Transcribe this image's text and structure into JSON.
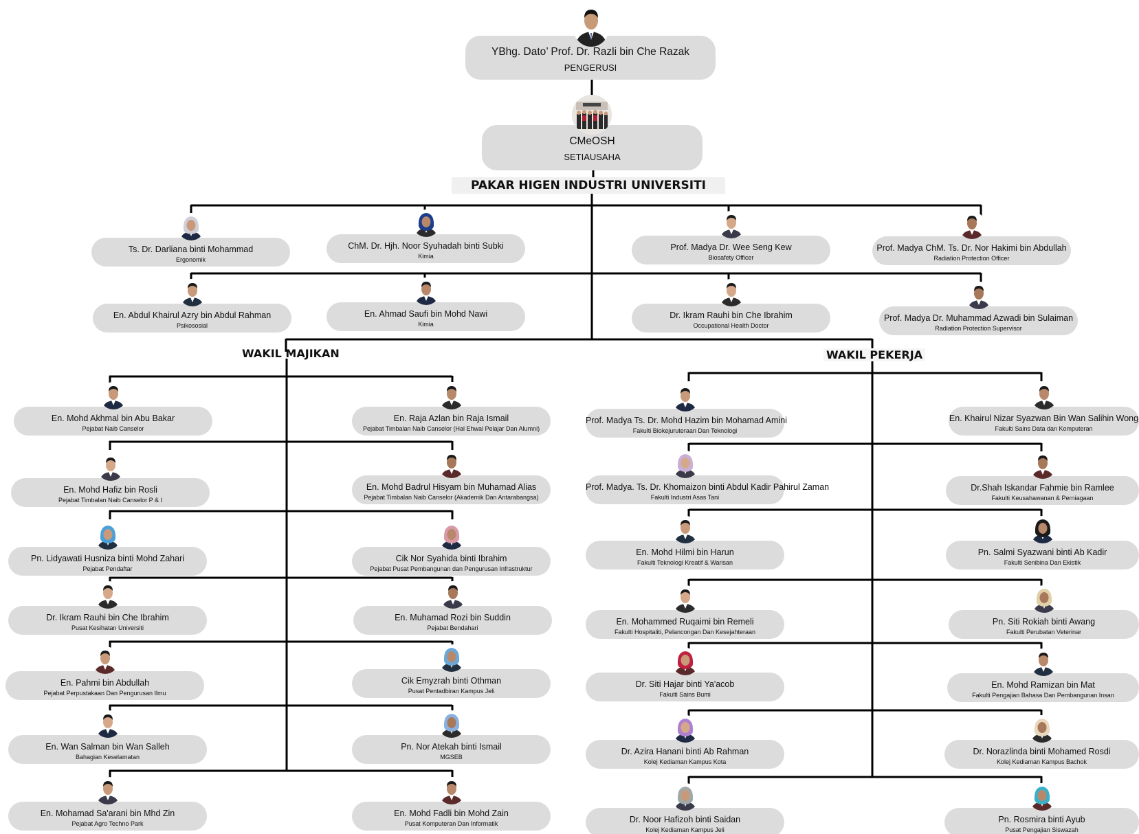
{
  "colors": {
    "line": "#000000",
    "pill": "#dcdcdc",
    "background": "#ffffff"
  },
  "headings": {
    "main": "PAKAR HIGEN INDUSTRI UNIVERSITI",
    "majikan": "WAKIL MAJIKAN",
    "pekerja": "WAKIL PEKERJA"
  },
  "top": {
    "chair": {
      "name": "YBhg. Dato’ Prof. Dr. Razli bin Che Razak",
      "role": "PENGERUSI"
    },
    "secretary": {
      "name": "CMeOSH",
      "role": "SETIAUSAHA"
    }
  },
  "experts": [
    {
      "name": "Ts. Dr. Darliana binti Mohammad",
      "role": "Ergonomik"
    },
    {
      "name": "ChM. Dr. Hjh. Noor Syuhadah binti Subki",
      "role": "Kimia"
    },
    {
      "name": "Prof. Madya Dr. Wee Seng Kew",
      "role": "Biosafety Officer"
    },
    {
      "name": "Prof. Madya ChM. Ts. Dr. Nor Hakimi bin Abdullah",
      "role": "Radiation Protection Officer"
    },
    {
      "name": "En. Abdul Khairul Azry bin Abdul Rahman",
      "role": "Psikososial"
    },
    {
      "name": "En. Ahmad Saufi bin Mohd Nawi",
      "role": "Kimia"
    },
    {
      "name": "Dr. Ikram Rauhi bin Che Ibrahim",
      "role": "Occupational Health Doctor"
    },
    {
      "name": "Prof. Madya Dr. Muhammad Azwadi bin Sulaiman",
      "role": "Radiation Protection Supervisor"
    }
  ],
  "majikan": [
    {
      "name": "En.  Mohd Akhmal bin Abu Bakar",
      "role": "Pejabat Naib Canselor"
    },
    {
      "name": "En. Raja Azlan bin Raja Ismail",
      "role": "Pejabat Timbalan Naib Canselor (Hal Ehwal Pelajar Dan Alumni)"
    },
    {
      "name": "En. Mohd Hafiz bin Rosli",
      "role": "Pejabat Timbalan Naib Canselor P & I"
    },
    {
      "name": "En. Mohd Badrul Hisyam bin Muhamad Alias",
      "role": "Pejabat Timbalan Naib Canselor (Akademik Dan Antarabangsa)"
    },
    {
      "name": "Pn. Lidyawati Husniza binti Mohd Zahari",
      "role": "Pejabat Pendaftar"
    },
    {
      "name": "Cik Nor Syahida binti Ibrahim",
      "role": "Pejabat Pusat Pembangunan dan Pengurusan Infrastruktur"
    },
    {
      "name": "Dr. Ikram Rauhi bin Che Ibrahim",
      "role": "Pusat Kesihatan Universiti"
    },
    {
      "name": "En. Muhamad Rozi bin Suddin",
      "role": "Pejabat Bendahari"
    },
    {
      "name": "En. Pahmi bin Abdullah",
      "role": "Pejabat Perpustakaan Dan Pengurusan Ilmu"
    },
    {
      "name": "Cik Emyzrah binti Othman",
      "role": "Pusat Pentadbiran Kampus Jeli"
    },
    {
      "name": "En. Wan Salman bin Wan Salleh",
      "role": "Bahagian Keselamatan"
    },
    {
      "name": "Pn. Nor Atekah binti Ismail",
      "role": "MGSEB"
    },
    {
      "name": "En. Mohamad Sa'arani bin Mhd Zin",
      "role": "Pejabat Agro Techno Park"
    },
    {
      "name": "En. Mohd Fadli bin Mohd Zain",
      "role": "Pusat Komputeran Dan Informatik"
    }
  ],
  "pekerja": [
    {
      "name": "Prof. Madya Ts. Dr. Mohd Hazim bin Mohamad Amini",
      "role": "Fakulti Biokejuruteraan Dan Teknologi"
    },
    {
      "name": "En. Khairul Nizar Syazwan Bin Wan Salihin Wong",
      "role": "Fakulti Sains Data dan Komputeran"
    },
    {
      "name": "Prof. Madya. Ts. Dr. Khomaizon binti Abdul Kadir Pahirul Zaman",
      "role": "Fakulti Industri Asas Tani"
    },
    {
      "name": "Dr.Shah Iskandar Fahmie bin Ramlee",
      "role": "Fakulti Keusahawanan & Perniagaan"
    },
    {
      "name": "En. Mohd Hilmi bin Harun",
      "role": "Fakulti Teknologi Kreatif & Warisan"
    },
    {
      "name": "Pn. Salmi Syazwani binti Ab Kadir",
      "role": "Fakulti Senibina Dan Ekistik"
    },
    {
      "name": "En. Mohammed Ruqaimi bin Remeli",
      "role": "Fakulti Hospitaliti, Pelancongan Dan Kesejahteraan"
    },
    {
      "name": "Pn. Siti Rokiah binti Awang",
      "role": "Fakulti Perubatan Veterinar"
    },
    {
      "name": "Dr. Siti Hajar binti Ya'acob",
      "role": "Fakulti Sains Bumi"
    },
    {
      "name": "En. Mohd Ramizan bin Mat",
      "role": "Fakulti Pengajian Bahasa Dan Pembangunan Insan"
    },
    {
      "name": "Dr. Azira Hanani binti Ab Rahman",
      "role": "Kolej Kediaman Kampus Kota"
    },
    {
      "name": "Dr. Norazlinda binti Mohamed Rosdi",
      "role": "Kolej Kediaman Kampus Bachok"
    },
    {
      "name": "Dr. Noor Hafizoh binti Saidan",
      "role": "Kolej Kediaman Kampus Jeli"
    },
    {
      "name": "Pn. Rosmira binti Ayub",
      "role": "Pusat Pengajian Siswazah"
    }
  ]
}
